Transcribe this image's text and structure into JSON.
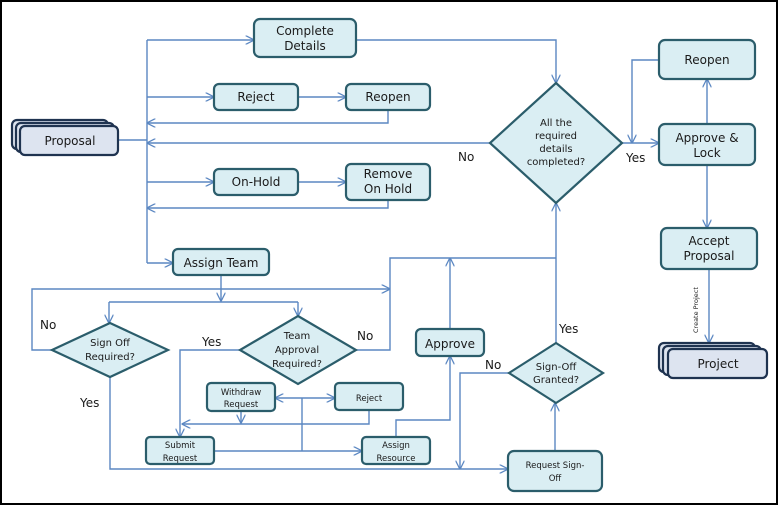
{
  "nodes": {
    "complete_details": [
      "Complete",
      "Details"
    ],
    "reject_top": "Reject",
    "reopen_top": "Reopen",
    "proposal": "Proposal",
    "on_hold": "On-Hold",
    "remove_on_hold": [
      "Remove",
      "On Hold"
    ],
    "details_decision": [
      "All the",
      "required",
      "details",
      "completed?"
    ],
    "reopen_right": "Reopen",
    "approve_lock": [
      "Approve &",
      "Lock"
    ],
    "accept_proposal": [
      "Accept",
      "Proposal"
    ],
    "project": "Project",
    "assign_team": "Assign Team",
    "signoff_required": [
      "Sign Off",
      "Required?"
    ],
    "team_approval": [
      "Team",
      "Approval",
      "Required?"
    ],
    "withdraw_request": [
      "Withdraw",
      "Request"
    ],
    "reject_small": "Reject",
    "submit_request": [
      "Submit",
      "Request"
    ],
    "assign_resource": [
      "Assign",
      "Resource"
    ],
    "approve": "Approve",
    "signoff_granted": [
      "Sign-Off",
      "Granted?"
    ],
    "request_signoff": [
      "Request Sign-",
      "Off"
    ]
  },
  "edge_labels": {
    "details_no": "No",
    "details_yes": "Yes",
    "signoff_required_no": "No",
    "signoff_required_yes": "Yes",
    "team_approval_yes": "Yes",
    "team_approval_no": "No",
    "signoff_granted_no": "No",
    "signoff_granted_yes": "Yes",
    "create_project": "Create Project"
  },
  "colors": {
    "node_fill": "#daeef3",
    "node_stroke": "#2b5d6b",
    "document_fill": "#dde4f0",
    "connector": "#5b87c2"
  }
}
